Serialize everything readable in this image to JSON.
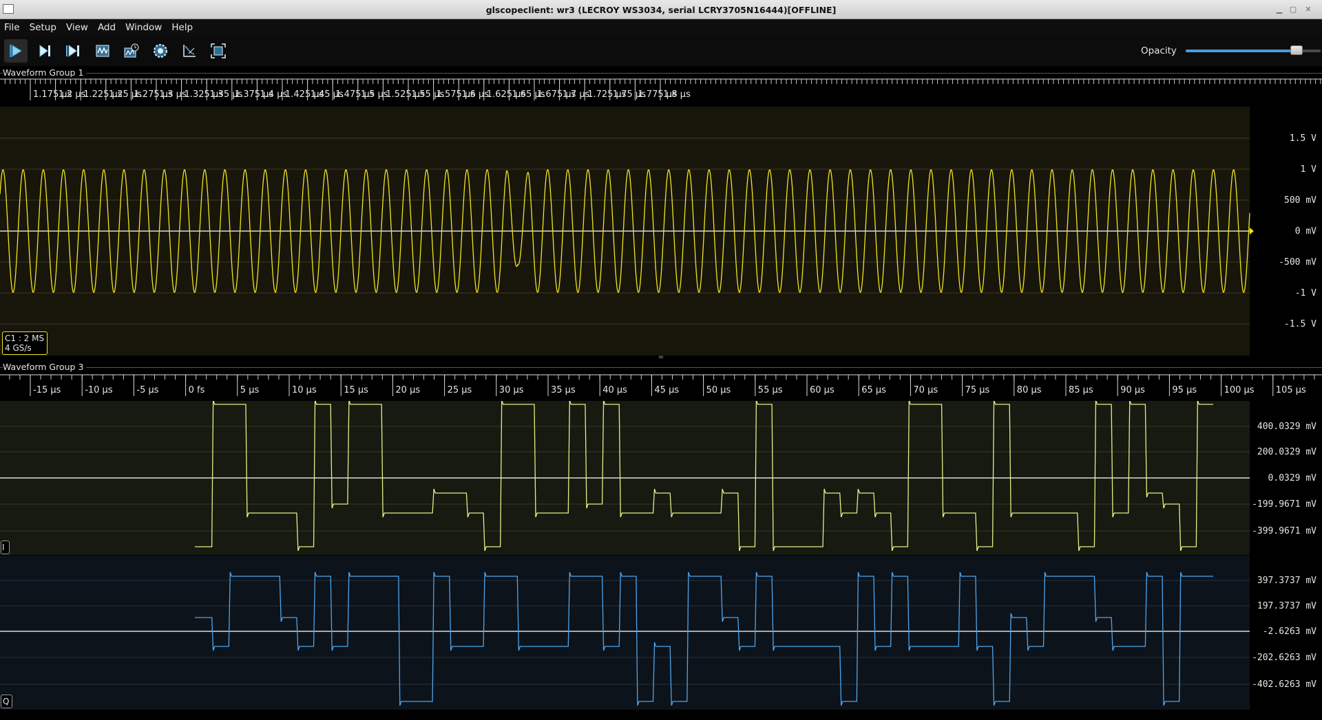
{
  "window": {
    "title": "glscopeclient: wr3 (LECROY WS3034, serial LCRY3705N16444)[OFFLINE]"
  },
  "menu": [
    "File",
    "Setup",
    "View",
    "Add",
    "Window",
    "Help"
  ],
  "toolbar": {
    "buttons": [
      "play-icon",
      "run-single-icon",
      "run-force-icon",
      "stop-waveform-icon",
      "history-icon",
      "refresh-settings-icon",
      "clear-sweeps-icon",
      "fullscreen-icon"
    ],
    "opacity_label": "Opacity",
    "opacity_value": 0.82,
    "accent": "#4f9bd9"
  },
  "groups": [
    {
      "label": "Waveform Group 1",
      "timeline": [
        "1.175 µs",
        "1.2 µs",
        "1.225 µs",
        "1.25 µs",
        "1.275 µs",
        "1.3 µs",
        "1.325 µs",
        "1.35 µs",
        "1.375 µs",
        "1.4 µs",
        "1.425 µs",
        "1.45 µs",
        "1.475 µs",
        "1.5 µs",
        "1.525 µs",
        "1.55 µs",
        "1.575 µs",
        "1.6 µs",
        "1.625 µs",
        "1.65 µs",
        "1.675 µs",
        "1.7 µs",
        "1.725 µs",
        "1.75 µs",
        "1.775 µs",
        "1.8 µs"
      ],
      "channels": [
        {
          "name": "C1",
          "label_lines": [
            "C1 : 2 MS",
            "4 GS/s"
          ],
          "color": "#f2e520",
          "y_axis": [
            "1.5 V",
            "1 V",
            "500 mV",
            "0 mV",
            "-500 mV",
            "-1 V",
            "-1.5 V"
          ]
        }
      ]
    },
    {
      "label": "Waveform Group 3",
      "timeline": [
        "-15 µs",
        "-10 µs",
        "-5 µs",
        "0 fs",
        "5 µs",
        "10 µs",
        "15 µs",
        "20 µs",
        "25 µs",
        "30 µs",
        "35 µs",
        "40 µs",
        "45 µs",
        "50 µs",
        "55 µs",
        "60 µs",
        "65 µs",
        "70 µs",
        "75 µs",
        "80 µs",
        "85 µs",
        "90 µs",
        "95 µs",
        "100 µs",
        "105 µs"
      ],
      "channels": [
        {
          "name": "I",
          "label_lines": [
            "I"
          ],
          "color": "#e6ef86",
          "y_axis": [
            "400.0329 mV",
            "200.0329 mV",
            "0.0329 mV",
            "-199.9671 mV",
            "-399.9671 mV"
          ]
        },
        {
          "name": "Q",
          "label_lines": [
            "Q"
          ],
          "color": "#4da6ee",
          "y_axis": [
            "397.3737 mV",
            "197.3737 mV",
            "-2.6263 mV",
            "-202.6263 mV",
            "-402.6263 mV"
          ]
        }
      ]
    }
  ]
}
